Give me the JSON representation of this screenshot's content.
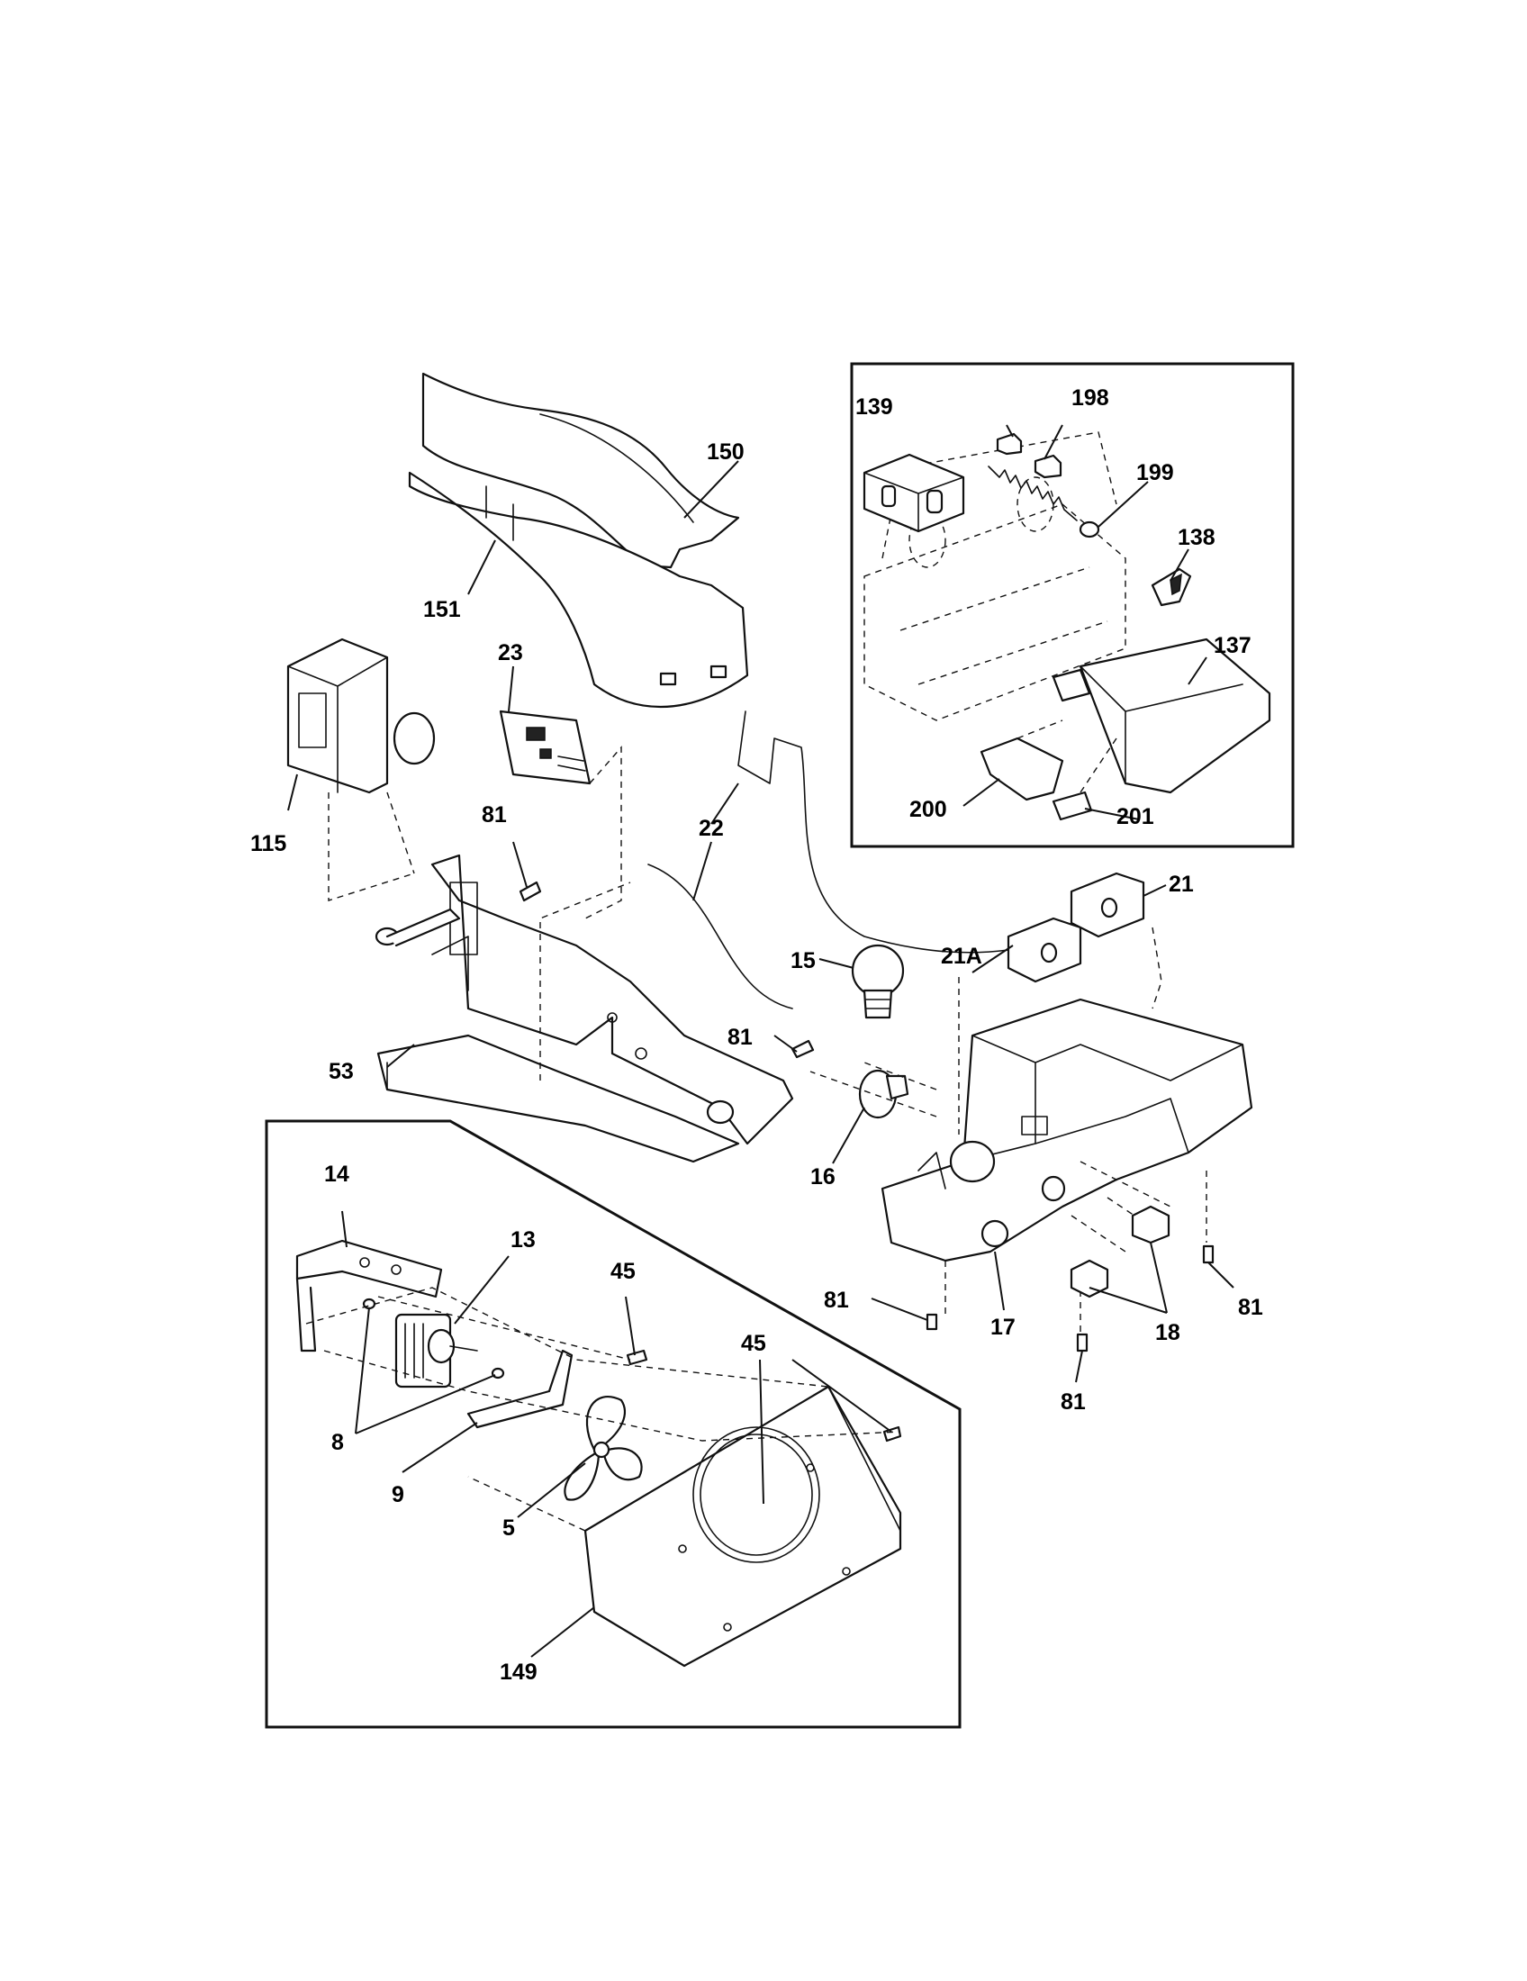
{
  "callouts": {
    "c150": "150",
    "c151": "151",
    "c23": "23",
    "c115": "115",
    "c81a": "81",
    "c22": "22",
    "c53": "53",
    "c81b": "81",
    "c15": "15",
    "c16": "16",
    "c21a": "21A",
    "c21": "21",
    "c17": "17",
    "c81c": "81",
    "c81d": "81",
    "c18": "18",
    "c81e": "81",
    "c139": "139",
    "c198": "198",
    "c199": "199",
    "c138": "138",
    "c137": "137",
    "c200": "200",
    "c201": "201",
    "c14": "14",
    "c13": "13",
    "c45a": "45",
    "c45b": "45",
    "c8": "8",
    "c9": "9",
    "c5": "5",
    "c149": "149"
  }
}
